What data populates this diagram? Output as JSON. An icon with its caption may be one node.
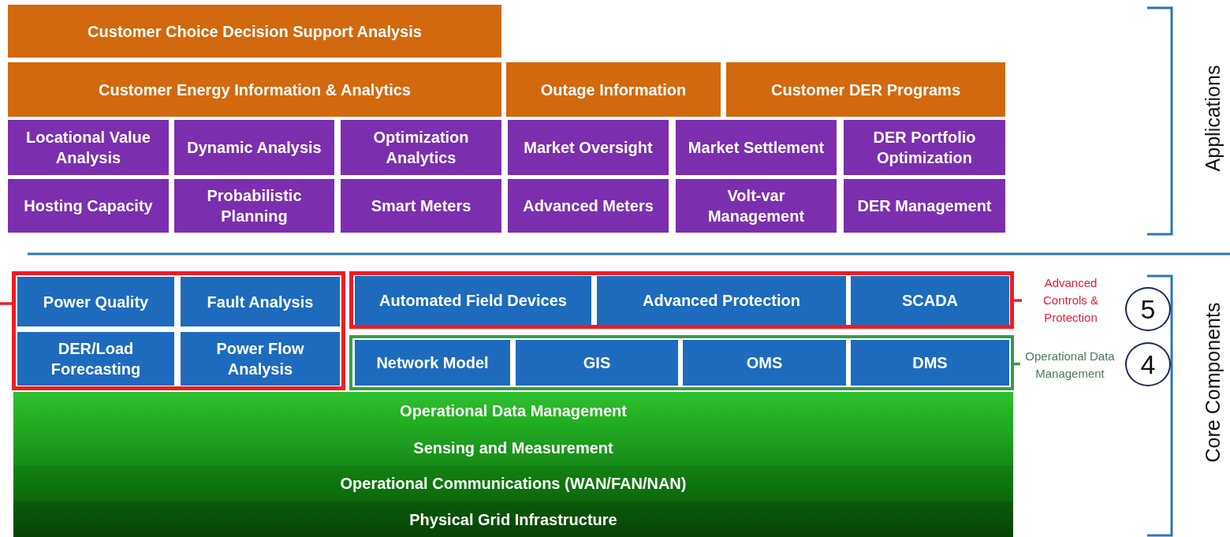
{
  "diagram": {
    "nodes": [
      {
        "text": [
          "Customer Choice Decision Support Analysis"
        ]
      },
      {
        "text": [
          "Customer Energy Information & Analytics"
        ]
      },
      {
        "text": [
          "Outage Information"
        ]
      },
      {
        "text": [
          "Customer DER Programs"
        ]
      },
      {
        "text": [
          "Locational Value Analysis"
        ]
      },
      {
        "text": [
          "Dynamic Analysis"
        ]
      },
      {
        "text": [
          "Optimization Analytics"
        ]
      },
      {
        "text": [
          "Market Oversight"
        ]
      },
      {
        "text": [
          "Market Settlement"
        ]
      },
      {
        "text": [
          "DER Portfolio Optimization"
        ]
      },
      {
        "text": [
          "Hosting Capacity"
        ]
      },
      {
        "text": [
          "Probabilistic Planning"
        ]
      },
      {
        "text": [
          "Smart Meters"
        ]
      },
      {
        "text": [
          "Advanced Meters"
        ]
      },
      {
        "text": [
          "Volt-var Management"
        ]
      },
      {
        "text": [
          "DER Management"
        ]
      },
      {
        "text": [],
        "shape": "box"
      },
      {
        "text": [
          "Power Quality"
        ],
        "in": 16
      },
      {
        "text": [
          "Fault Analysis"
        ],
        "in": 16
      },
      {
        "text": [
          "DER/Load Forecasting"
        ],
        "in": 16
      },
      {
        "text": [
          "Power Flow Analysis"
        ],
        "in": 16
      },
      {
        "text": [],
        "shape": "box"
      },
      {
        "text": [
          "Automated Field Devices"
        ],
        "in": 21
      },
      {
        "text": [
          "Advanced Protection"
        ],
        "in": 21
      },
      {
        "text": [
          "SCADA"
        ],
        "in": 21
      },
      {
        "text": [],
        "shape": "box"
      },
      {
        "text": [
          "Network Model"
        ],
        "in": 25
      },
      {
        "text": [
          "GIS"
        ],
        "in": 25
      },
      {
        "text": [
          "OMS"
        ],
        "in": 25
      },
      {
        "text": [
          "DMS"
        ],
        "in": 25
      },
      {
        "text": [
          "Operational Data Management"
        ]
      },
      {
        "text": [
          "Sensing and Measurement"
        ]
      },
      {
        "text": [
          "Operational Communications (WAN/FAN/NAN)"
        ]
      },
      {
        "text": [
          "Physical Grid Infrastructure"
        ]
      },
      {
        "text": [
          "Advanced Controls & Protection"
        ]
      },
      {
        "text": [
          "Operational Data Management"
        ]
      },
      {
        "text": [
          "5"
        ]
      },
      {
        "text": [
          "4"
        ]
      }
    ],
    "edges": [
      {
        "from": 34,
        "to": 21,
        "arrow": "none",
        "color": "#ee1c24"
      },
      {
        "from": 35,
        "to": 25,
        "arrow": "none",
        "color": "#3a9a4a"
      },
      {
        "from": 16,
        "to": null,
        "arrow": "none",
        "color": "#ee1c24"
      }
    ],
    "labels": [
      "Applications",
      "Core Components"
    ]
  }
}
